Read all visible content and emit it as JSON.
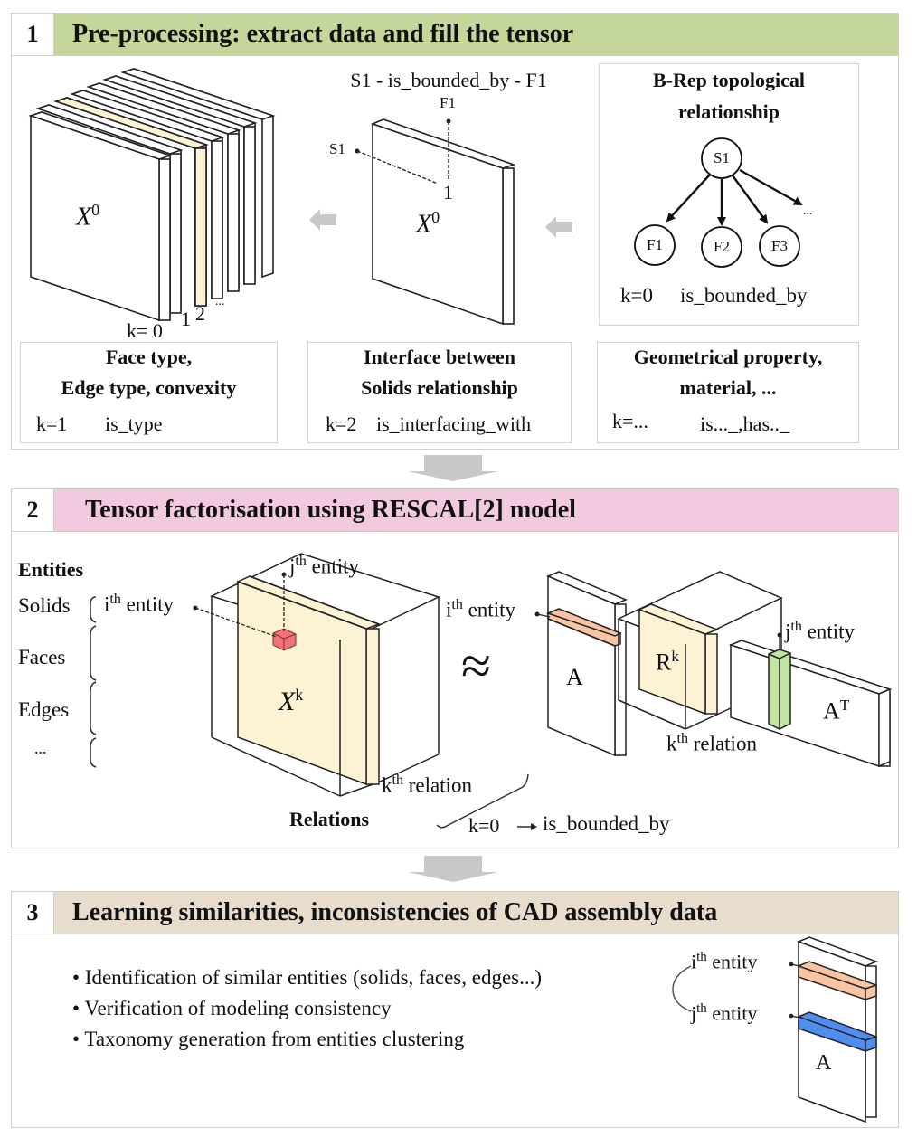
{
  "colors": {
    "section1_header": "#c5d69a",
    "section2_header": "#f2cadf",
    "section3_header": "#e8dccd",
    "highlight_slice": "#fdf2d4",
    "entity_cell": "#f0737a",
    "row_i": "#f9c4a2",
    "col_j": "#c2e4a4",
    "row_j": "#4f8ef0",
    "arrow_gray": "#c8c8c8"
  },
  "section1": {
    "number": "1",
    "title": "Pre-processing: extract data and fill the tensor",
    "stack_label": "X",
    "stack_sup": "0",
    "stack_k_labels": [
      "k= 0",
      "1",
      "2",
      "..."
    ],
    "relation_example": "S1 - is_bounded_by - F1",
    "slice_label": "X",
    "slice_sup": "0",
    "slice_point_s1": "S1",
    "slice_point_f1": "F1",
    "slice_cell_value": "1",
    "brep": {
      "title_line1": "B-Rep topological",
      "title_line2": "relationship",
      "root": "S1",
      "children": [
        "F1",
        "F2",
        "F3"
      ],
      "more": "...",
      "k_label": "k=0",
      "relation": "is_bounded_by"
    },
    "boxes": [
      {
        "line1": "Face type,",
        "line2": "Edge type, convexity",
        "k": "k=1",
        "relation": "is_type"
      },
      {
        "line1": "Interface between",
        "line2": "Solids relationship",
        "k": "k=2",
        "relation": "is_interfacing_with"
      },
      {
        "line1": "Geometrical property,",
        "line2": "material, ...",
        "k": "k=...",
        "relation": "is..._,has.._"
      }
    ]
  },
  "section2": {
    "number": "2",
    "title": "Tensor factorisation using RESCAL[2] model",
    "entities_title": "Entities",
    "entity_groups": [
      "Solids",
      "Faces",
      "Edges",
      "..."
    ],
    "i_entity": "i",
    "j_entity": "j",
    "th": "th",
    "entity_word": "entity",
    "tensor_label": "X",
    "tensor_sup": "k",
    "k_relation": "k",
    "relation_word": "relation",
    "relations_title": "Relations",
    "k0_label": "k=0",
    "k0_relation": "is_bounded_by",
    "approx": "≈",
    "matrix_a": "A",
    "core_label": "R",
    "core_sup": "k",
    "matrix_at": "A",
    "matrix_at_sup": "T"
  },
  "section3": {
    "number": "3",
    "title": "Learning similarities, inconsistencies of CAD assembly data",
    "bullets": [
      "Identification of similar entities (solids, faces, edges...)",
      "Verification of modeling consistency",
      "Taxonomy generation from entities clustering"
    ],
    "i_entity": "i",
    "j_entity": "j",
    "th": "th",
    "entity_word": "entity",
    "matrix_a": "A"
  }
}
